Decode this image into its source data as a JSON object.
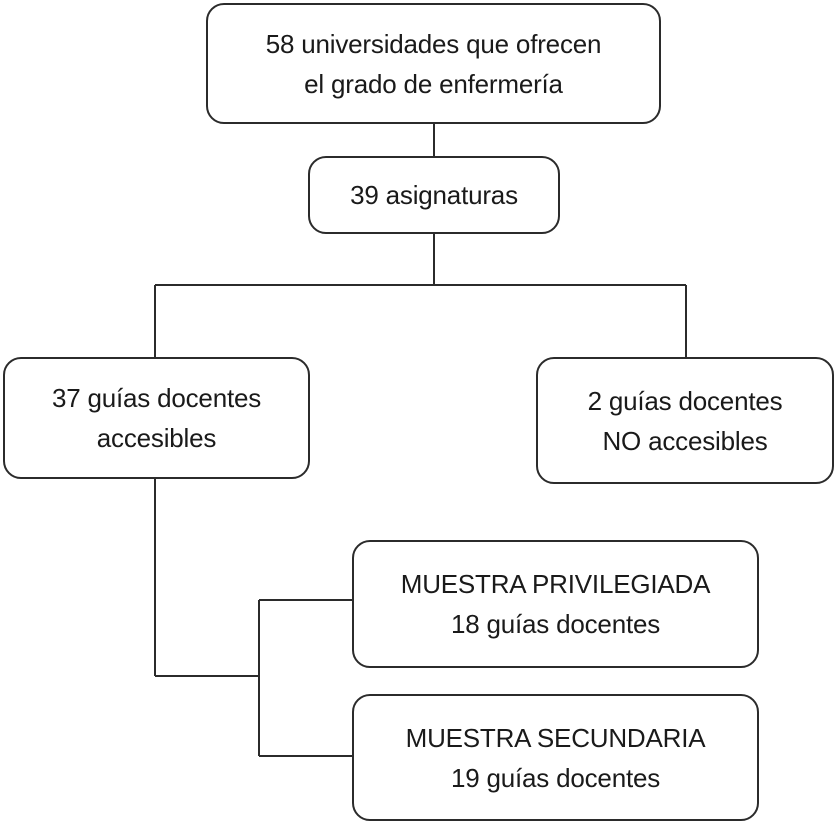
{
  "diagram": {
    "nodes": {
      "universities": {
        "line1": "58 universidades que ofrecen",
        "line2": "el grado de enfermería"
      },
      "subjects": {
        "line1": "39 asignaturas"
      },
      "accessible": {
        "line1": "37 guías docentes",
        "line2": "accesibles"
      },
      "not_accessible": {
        "line1": "2 guías docentes",
        "line2": "NO accesibles"
      },
      "privileged_sample": {
        "line1": "MUESTRA PRIVILEGIADA",
        "line2": "18 guías docentes"
      },
      "secondary_sample": {
        "line1": "MUESTRA SECUNDARIA",
        "line2": "19 guías docentes"
      }
    },
    "edges": [
      {
        "from": "universities",
        "to": "subjects"
      },
      {
        "from": "subjects",
        "to": "accessible"
      },
      {
        "from": "subjects",
        "to": "not_accessible"
      },
      {
        "from": "accessible",
        "to": "privileged_sample"
      },
      {
        "from": "accessible",
        "to": "secondary_sample"
      }
    ],
    "colors": {
      "line": "#2b2b2b",
      "box_border": "#2b2b2b",
      "background": "#ffffff",
      "text": "#1a1a1a"
    }
  }
}
